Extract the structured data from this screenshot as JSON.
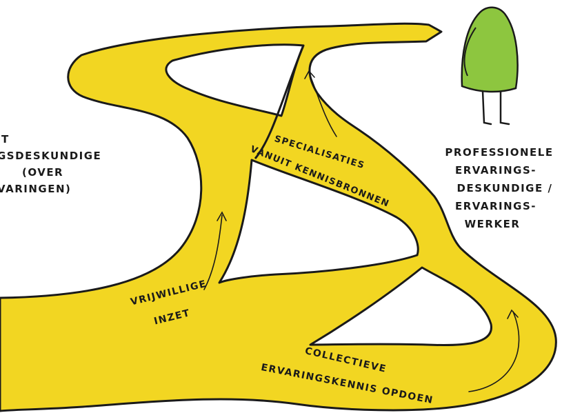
{
  "colors": {
    "road": "#F2D622",
    "road_outline": "#1a1a1a",
    "figure_body": "#8DC63F",
    "ink": "#1a1a1a"
  },
  "left_label": {
    "lines": [
      "T",
      "GSDESKUNDIGE",
      "(OVER",
      "VARINGEN)"
    ]
  },
  "right_label": {
    "lines": [
      "PROFESSIONELE",
      "ERVARINGS-",
      "DESKUNDIGE /",
      "ERVARINGS-",
      "WERKER"
    ]
  },
  "path_labels": {
    "specialisaties_line1": "SPECIALISATIES",
    "specialisaties_line2": "VANUIT KENNISBRONNEN",
    "vrijwillige_line1": "VRIJWILLIGE",
    "vrijwillige_line2": "INZET",
    "collectieve_line1": "COLLECTIEVE",
    "collectieve_line2": "ERVARINGSKENNIS OPDOEN"
  },
  "icons": {
    "figure": "person-figure-icon",
    "arrows": "arrow-up-icon"
  }
}
